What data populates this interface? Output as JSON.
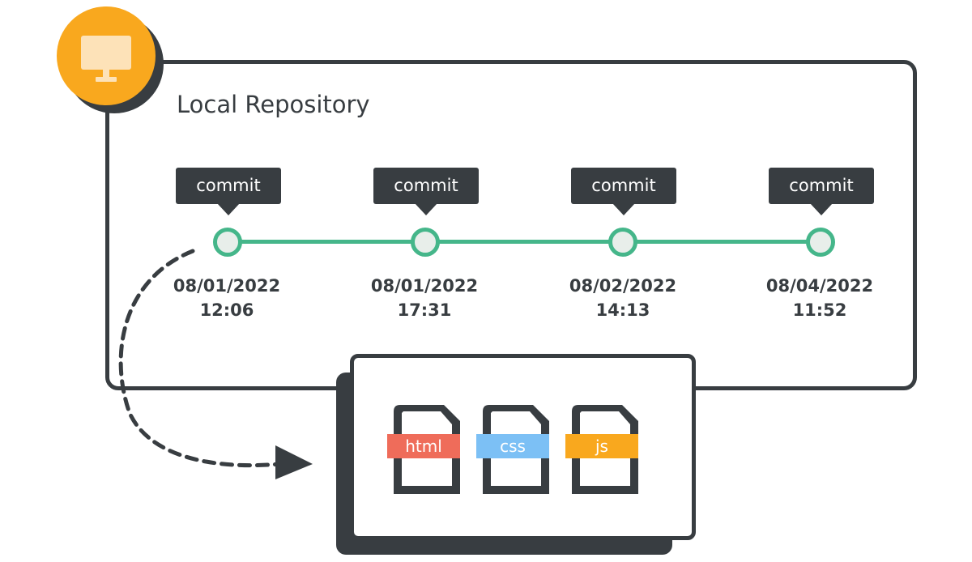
{
  "repository": {
    "title": "Local Repository",
    "badge_icon": "monitor-icon",
    "badge_color": "#f9a81e"
  },
  "commits": [
    {
      "label": "commit",
      "date": "08/01/2022",
      "time": "12:06"
    },
    {
      "label": "commit",
      "date": "08/01/2022",
      "time": "17:31"
    },
    {
      "label": "commit",
      "date": "08/02/2022",
      "time": "14:13"
    },
    {
      "label": "commit",
      "date": "08/04/2022",
      "time": "11:52"
    }
  ],
  "files": [
    {
      "label": "html",
      "color": "#ef6c5a"
    },
    {
      "label": "css",
      "color": "#7cc0f5"
    },
    {
      "label": "js",
      "color": "#f9a81e"
    }
  ],
  "colors": {
    "dark": "#383d41",
    "timeline": "#45b68a",
    "node_fill": "#e8eeea"
  }
}
